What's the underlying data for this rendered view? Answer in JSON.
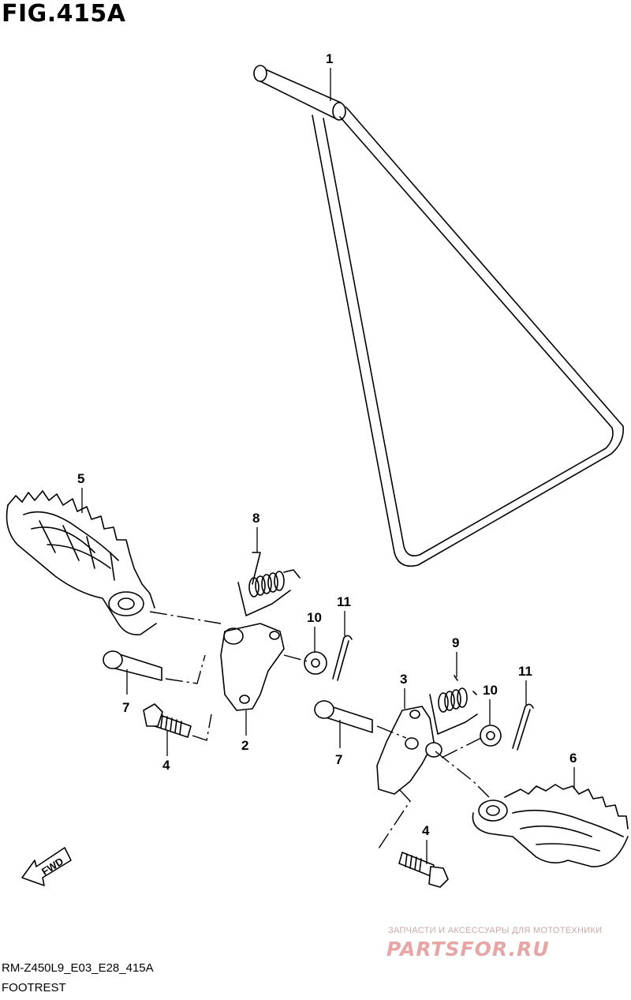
{
  "figure": {
    "title": "FIG.415A",
    "model_code": "RM-Z450L9_E03_E28_415A",
    "section": "FOOTREST"
  },
  "callouts": [
    "1",
    "2",
    "3",
    "4",
    "4",
    "5",
    "6",
    "7",
    "7",
    "8",
    "9",
    "10",
    "10",
    "11",
    "11"
  ],
  "direction_arrow": {
    "label": "FWD"
  },
  "watermark": {
    "tagline": "ЗАПЧАСТИ И АКСЕССУАРЫ ДЛЯ МОТОТЕХНИКИ",
    "logo_text": "PARTSFOR.RU"
  }
}
